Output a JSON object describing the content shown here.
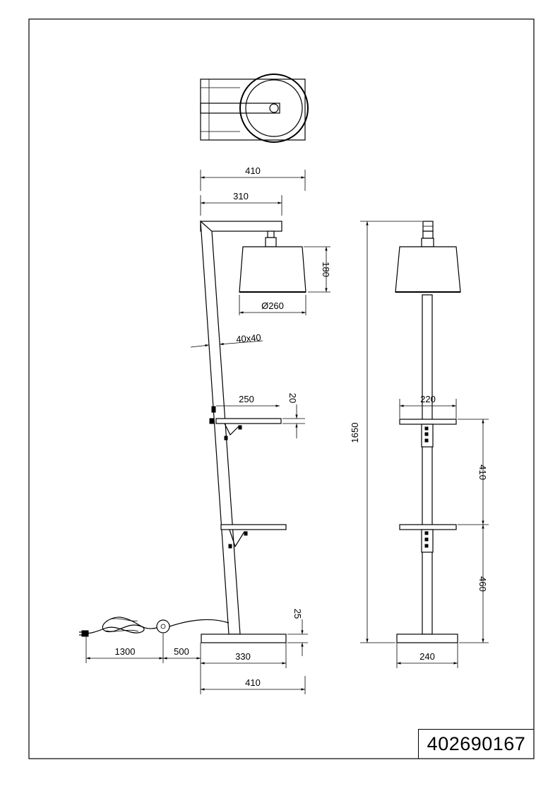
{
  "product_code": "402690167",
  "dimensions": {
    "top_width": "410",
    "arm_length": "310",
    "shade_height": "180",
    "shade_diameter": "Ø260",
    "pole_section": "40x40",
    "upper_shelf_depth": "250",
    "shelf_thickness": "20",
    "total_height": "1650",
    "shelf_width_front": "220",
    "shelf_spacing": "410",
    "lower_shelf_height": "460",
    "base_thickness": "25",
    "cable_length": "1300",
    "switch_distance": "500",
    "base_depth": "330",
    "bottom_width": "410",
    "base_width_front": "240"
  }
}
